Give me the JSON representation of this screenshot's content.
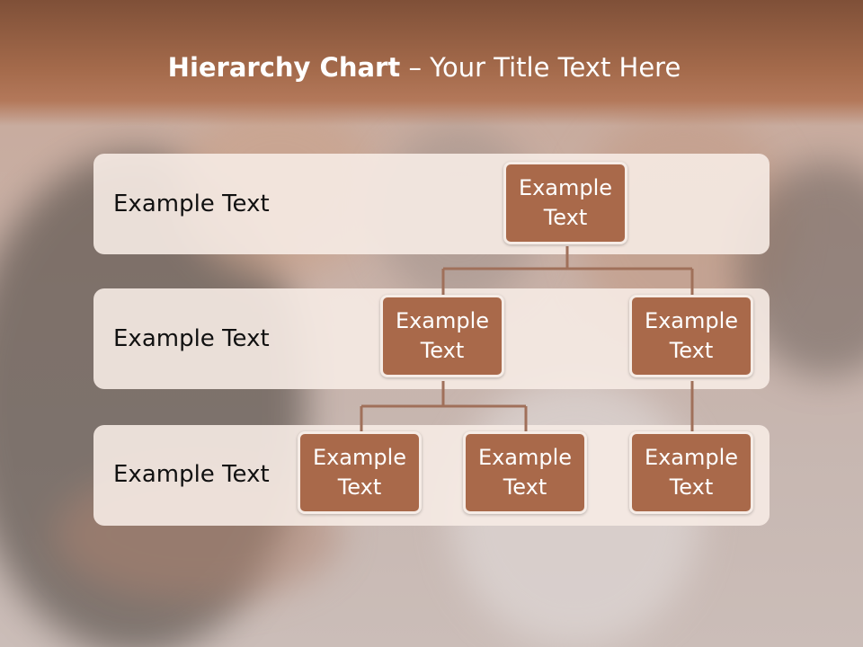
{
  "title": {
    "bold": "Hierarchy Chart",
    "rest": " – Your Title Text Here"
  },
  "rows": [
    {
      "label": "Example Text"
    },
    {
      "label": "Example Text"
    },
    {
      "label": "Example Text"
    }
  ],
  "nodes": [
    {
      "id": "root",
      "line1": "Example",
      "line2": "Text"
    },
    {
      "id": "l2a",
      "line1": "Example",
      "line2": "Text"
    },
    {
      "id": "l2b",
      "line1": "Example",
      "line2": "Text"
    },
    {
      "id": "l3a",
      "line1": "Example",
      "line2": "Text"
    },
    {
      "id": "l3b",
      "line1": "Example",
      "line2": "Text"
    },
    {
      "id": "l3c",
      "line1": "Example",
      "line2": "Text"
    }
  ],
  "colors": {
    "node_fill": "#a9694a",
    "node_border": "#f6ece6",
    "connector": "#a0705a",
    "header": "#9c6446"
  }
}
